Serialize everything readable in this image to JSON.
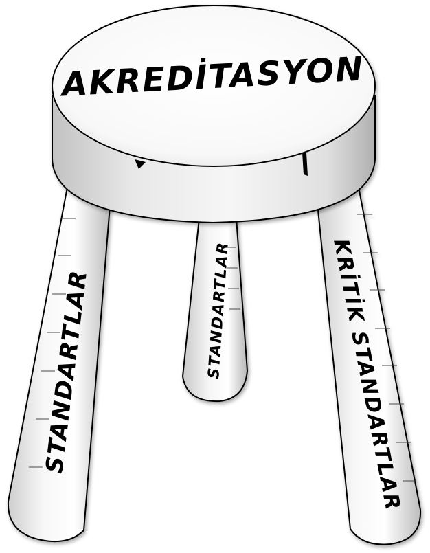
{
  "seat": {
    "title": "AKREDİTASYON"
  },
  "legs": {
    "left_label": "STANDARTLAR",
    "middle_label": "STANDARTLAR",
    "right_label": "KRİTİK STANDARTLAR"
  },
  "colors": {
    "outline": "#000000",
    "fill_light": "#ffffff",
    "fill_shade": "#d4d4d4"
  }
}
